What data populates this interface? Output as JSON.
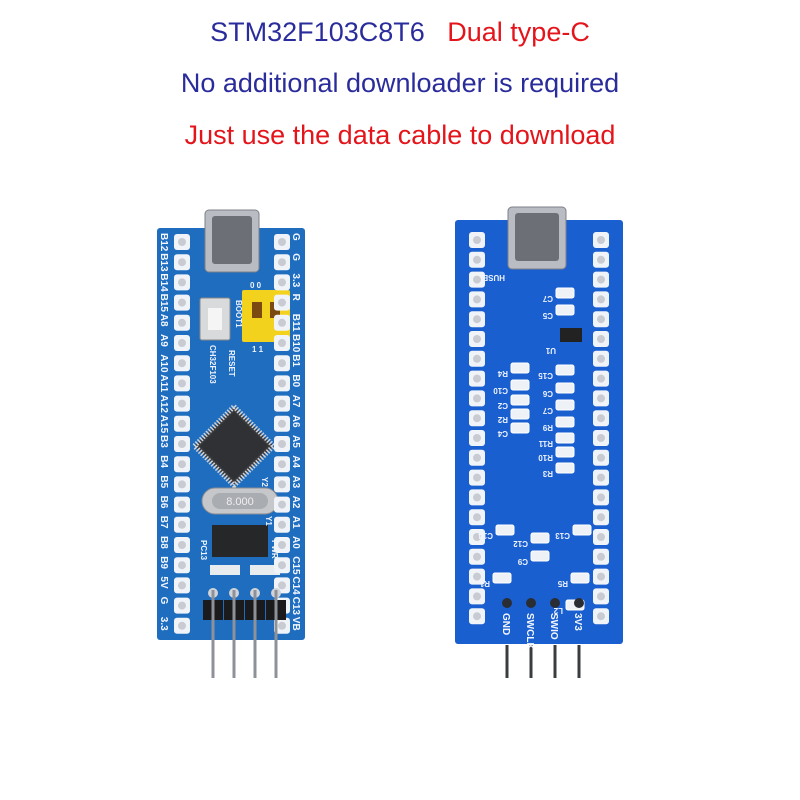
{
  "header": {
    "model": "STM32F103C8T6",
    "feature": "Dual type-C",
    "line2": "No additional downloader is required",
    "line3": "Just use the data cable to download"
  },
  "colors": {
    "blue_text": "#2a2c9c",
    "red_text": "#e4141b",
    "front_pcb": "#1f6dbf",
    "back_pcb": "#1a5fcf",
    "jumper": "#f2d21c"
  },
  "front_board": {
    "left_pins": [
      "B12",
      "B13",
      "B14",
      "B15",
      "A8",
      "A9",
      "A10",
      "A11",
      "A12",
      "A15",
      "B3",
      "B4",
      "B5",
      "B6",
      "B7",
      "B8",
      "B9",
      "5V",
      "G",
      "3.3"
    ],
    "right_pins": [
      "G",
      "G",
      "3.3",
      "R",
      "B11",
      "B10",
      "B1",
      "B0",
      "A7",
      "A6",
      "A5",
      "A4",
      "A3",
      "A2",
      "A1",
      "A0",
      "C15",
      "C14",
      "C13",
      "VB"
    ],
    "labels": {
      "boot": "BOOT1",
      "reset": "RESET",
      "chip": "CH32F103",
      "crystal": "8.000",
      "y2": "Y2",
      "y1": "Y1",
      "pc13": "PC13",
      "pwr": "PWR",
      "jumper_top": "0  0",
      "jumper_bottom": "1  1"
    }
  },
  "back_board": {
    "labels": {
      "husb": "HUSB",
      "u1": "U1"
    },
    "components": [
      "C7",
      "C5",
      "C15",
      "R4",
      "C10",
      "C6",
      "C2",
      "C7",
      "R2",
      "R9",
      "C4",
      "R11",
      "R10",
      "R3",
      "C14",
      "C13",
      "C12",
      "C9",
      "R1",
      "R5",
      "L2"
    ],
    "header_pins": [
      "GND",
      "SWCLK",
      "SWIO",
      "3V3"
    ]
  }
}
